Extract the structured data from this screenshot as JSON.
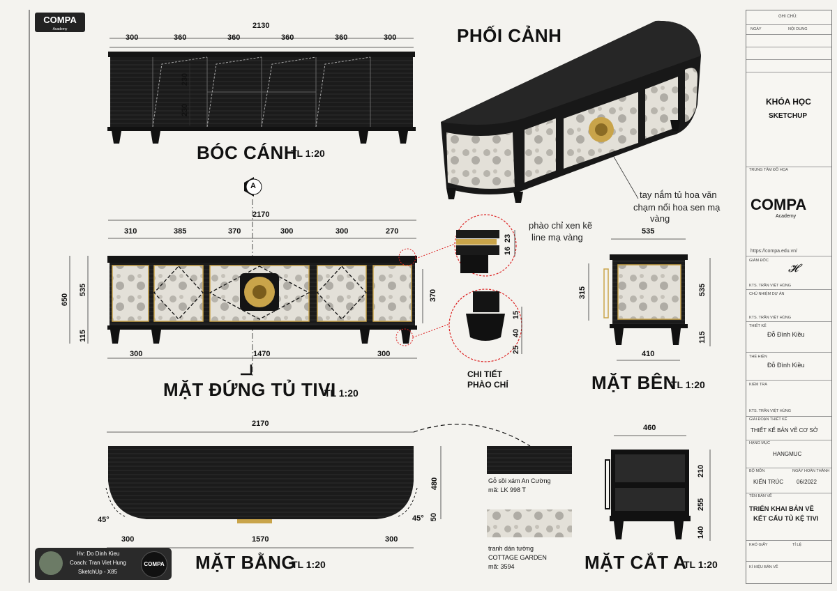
{
  "brand": {
    "logo": "COMPA",
    "logo_sub": "Academy"
  },
  "views": {
    "boc_canh": {
      "title": "BÓC CÁNH",
      "scale": "TL 1:20",
      "total": "2130",
      "segments": [
        "300",
        "360",
        "360",
        "360",
        "360",
        "300"
      ],
      "heights": [
        "230",
        "230"
      ]
    },
    "phoi_canh": {
      "title": "PHỐI CẢNH",
      "note": [
        "tay nắm tủ hoa văn",
        "chạm nổi hoa sen mạ",
        "vàng"
      ]
    },
    "mat_dung": {
      "title": "MẶT ĐỨNG TỦ TIVI",
      "scale": "TL 1:20",
      "total": "2170",
      "segments": [
        "310",
        "385",
        "370",
        "300",
        "300",
        "270"
      ],
      "height_total": "650",
      "height_body": "535",
      "height_leg": "115",
      "bottom": [
        "300",
        "1470",
        "300"
      ],
      "inner": "370",
      "section_mark": "A"
    },
    "detail": {
      "note": [
        "phào chỉ xen kẽ",
        "line mạ vàng"
      ],
      "dims_top": [
        "16",
        "23"
      ],
      "dims_bottom": [
        "15",
        "40",
        "25"
      ],
      "title": [
        "CHI TIẾT",
        "PHÀO CHỈ"
      ]
    },
    "mat_ben": {
      "title": "MẶT BÊN",
      "scale": "TL 1:20",
      "top": "535",
      "bottom": "410",
      "left": "315",
      "right_body": "535",
      "right_leg": "115"
    },
    "mat_bang": {
      "title": "MẶT BẰNG",
      "scale": "TL 1:20",
      "total": "2170",
      "depth": "480",
      "small": "50",
      "bottom": [
        "300",
        "1570",
        "300"
      ],
      "angle": "45°"
    },
    "mat_cat": {
      "title": "MẶT CẮT A",
      "scale": "TL 1:20",
      "top": "460",
      "dims": [
        "210",
        "255",
        "140"
      ]
    },
    "materials": [
      {
        "line1": "Gỗ sồi xám An Cường",
        "line2": "mã: LK 998 T"
      },
      {
        "line1": "tranh dán tường",
        "line2": "COTTAGE GARDEN",
        "line3": "mã: 3594"
      }
    ]
  },
  "author": {
    "line1": "Hv: Do Dinh Kieu",
    "line2": "Coach: Tran Viet Hung",
    "line3": "SketchUp - X85"
  },
  "title_block": {
    "ghi_chu": "GHI CHÚ:",
    "ngay": "NGÀY",
    "noi_dung": "NỘI DUNG",
    "course1": "KHÓA HỌC",
    "course2": "SKETCHUP",
    "trung_tam": "TRUNG TÂM ĐỒ HỌA",
    "website": "https://compa.edu.vn/",
    "giam_doc": "GIÁM ĐỐC",
    "kts1": "KTS. TRẦN VIỆT HÙNG",
    "chu_nhiem": "CHỦ NHIỆM DỰ ÁN",
    "kts2": "KTS. TRẦN VIỆT HÙNG",
    "thiet_ke": "THIẾT KẾ",
    "thiet_ke_val": "Đỗ Đình Kiều",
    "the_hien": "THỂ HIỆN",
    "the_hien_val": "Đỗ Đình Kiều",
    "kiem_tra": "KIỂM TRA",
    "kts3": "KTS. TRẦN VIỆT HÙNG",
    "giai_doan": "GIAI ĐOẠN THIẾT KẾ",
    "giai_doan_val": "THIẾT KẾ BẢN VẼ CƠ SỞ",
    "hang_muc": "HẠNG MỤC",
    "hang_muc_val": "HANGMUC",
    "bo_mon": "BỘ MÔN",
    "bo_mon_val": "KIẾN TRÚC",
    "ngay_ht": "NGÀY HOÀN THÀNH",
    "ngay_ht_val": "06/2022",
    "ten_ban_ve": "TÊN BẢN VẼ",
    "ten1": "TRIỂN KHAI BẢN VẼ",
    "ten2": "KẾT CẤU TỦ KỆ TIVI",
    "kho_giay": "KHỔ GIẤY",
    "ti_le": "TỈ LỆ",
    "ki_hieu": "KÍ HIỆU BẢN VẼ"
  }
}
